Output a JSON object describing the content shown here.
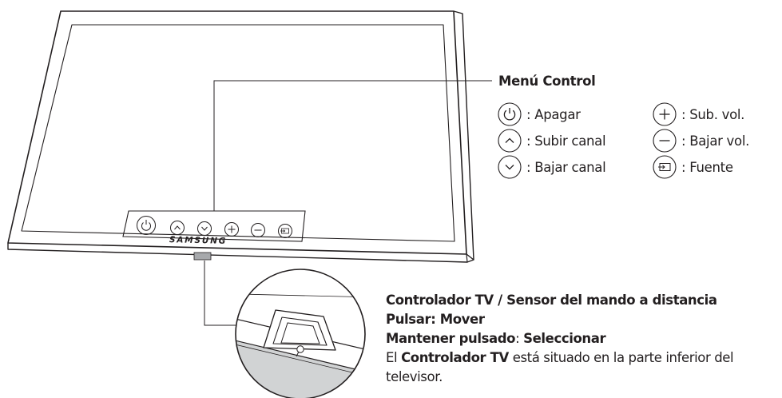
{
  "brand": "SAMSUNG",
  "menu": {
    "title": "Menú Control",
    "items": [
      {
        "icon": "power-icon",
        "label": ": Apagar"
      },
      {
        "icon": "channel-up-icon",
        "label": ": Subir canal"
      },
      {
        "icon": "channel-down-icon",
        "label": ": Bajar canal"
      },
      {
        "icon": "volume-up-icon",
        "label": ": Sub. vol."
      },
      {
        "icon": "volume-down-icon",
        "label": ": Bajar vol."
      },
      {
        "icon": "source-icon",
        "label": ": Fuente"
      }
    ]
  },
  "controller": {
    "title": "Controlador TV / Sensor del mando a distancia",
    "press": "Pulsar: Mover",
    "hold_bold": "Mantener pulsado",
    "hold_sep": ": ",
    "hold_action": "Seleccionar",
    "note_prefix": "El ",
    "note_bold": "Controlador TV",
    "note_rest": " está situado en la parte inferior del",
    "note_cont": "televisor."
  }
}
